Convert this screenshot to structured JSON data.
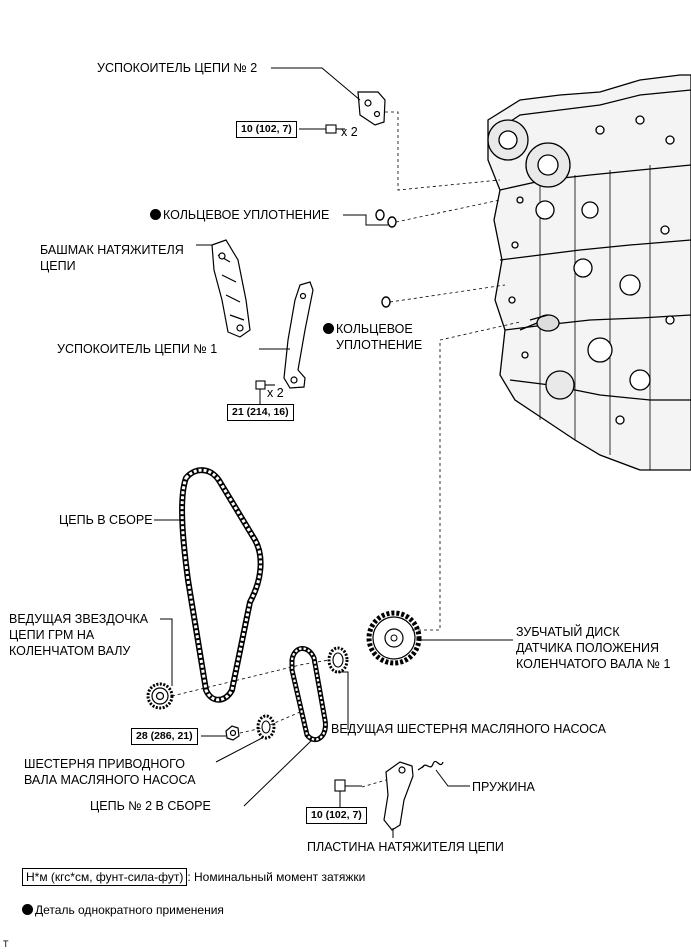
{
  "labels": {
    "chain_vibration_damper_2": "УСПОКОИТЕЛЬ ЦЕПИ № 2",
    "o_ring_1": "КОЛЬЦЕВОЕ УПЛОТНЕНИЕ",
    "tensioner_slipper": "БАШМАК НАТЯЖИТЕЛЯ\nЦЕПИ",
    "o_ring_2": "КОЛЬЦЕВОЕ\nУПЛОТНЕНИЕ",
    "chain_vibration_damper_1": "УСПОКОИТЕЛЬ ЦЕПИ № 1",
    "chain_sub_assembly": "ЦЕПЬ В СБОРЕ",
    "crank_sprocket": "ВЕДУЩАЯ ЗВЕЗДОЧКА\nЦЕПИ ГРМ НА\nКОЛЕНЧАТОМ ВАЛУ",
    "crank_position_sensor_plate": "ЗУБЧАТЫЙ ДИСК\nДАТЧИКА ПОЛОЖЕНИЯ\nКОЛЕНЧАТОГО ВАЛА № 1",
    "oil_pump_drive_gear": "ВЕДУЩАЯ ШЕСТЕРНЯ МАСЛЯНОГО НАСОСА",
    "oil_pump_driven_gear": "ШЕСТЕРНЯ ПРИВОДНОГО\nВАЛА МАСЛЯНОГО НАСОСА",
    "chain_2_sub_assembly": "ЦЕПЬ № 2 В СБОРЕ",
    "spring": "ПРУЖИНА",
    "chain_tensioner_plate": "ПЛАСТИНА НАТЯЖИТЕЛЯ ЦЕПИ"
  },
  "torques": {
    "damper_2": "10 (102, 7)",
    "damper_1": "21 (214, 16)",
    "driven_gear_nut": "28 (286, 21)",
    "tensioner_plate_bolt": "10 (102, 7)"
  },
  "counts": {
    "damper_2_bolts": "x 2",
    "damper_1_bolts": "x 2"
  },
  "legend": {
    "torque_units": "Н*м (кгс*см, фунт-сила-фут)",
    "torque_desc": ": Номинальный момент затяжки",
    "non_reusable": "Деталь однократного применения"
  },
  "footer_code": "T"
}
